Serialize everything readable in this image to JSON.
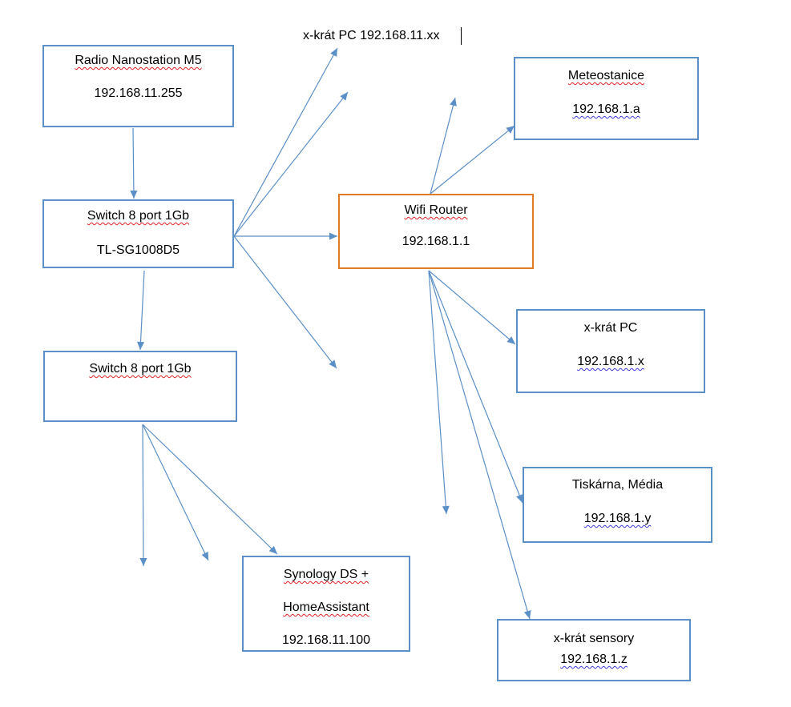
{
  "colors": {
    "box_border": "#5b8fc7",
    "router_border": "#e07b28",
    "arrow": "#5b8fc7",
    "spell_red": "#e02020",
    "spell_blue": "#3a3ad8"
  },
  "free_text": "x-krát PC 192.168.11.xx",
  "nodes": {
    "radio": {
      "line1": "Radio Nanostation M5",
      "line2": "192.168.11.255"
    },
    "switch1": {
      "line1": "Switch 8 port 1Gb",
      "line2": "TL-SG1008D5"
    },
    "switch2": {
      "line1": "Switch 8 port 1Gb"
    },
    "synology": {
      "line1": "Synology DS +",
      "line2": "HomeAssistant",
      "line3": "192.168.11.100"
    },
    "router": {
      "line1": "Wifi Router",
      "line2": "192.168.1.1"
    },
    "meteo": {
      "line1": "Meteostanice",
      "line2": "192.168.1.a"
    },
    "pc": {
      "line1": "x-krát PC",
      "line2": "192.168.1.x"
    },
    "printer": {
      "line1": "Tiskárna, Média",
      "line2": "192.168.1.y"
    },
    "sensors": {
      "line1": "x-krát sensory",
      "line2": "192.168.1.z"
    }
  }
}
